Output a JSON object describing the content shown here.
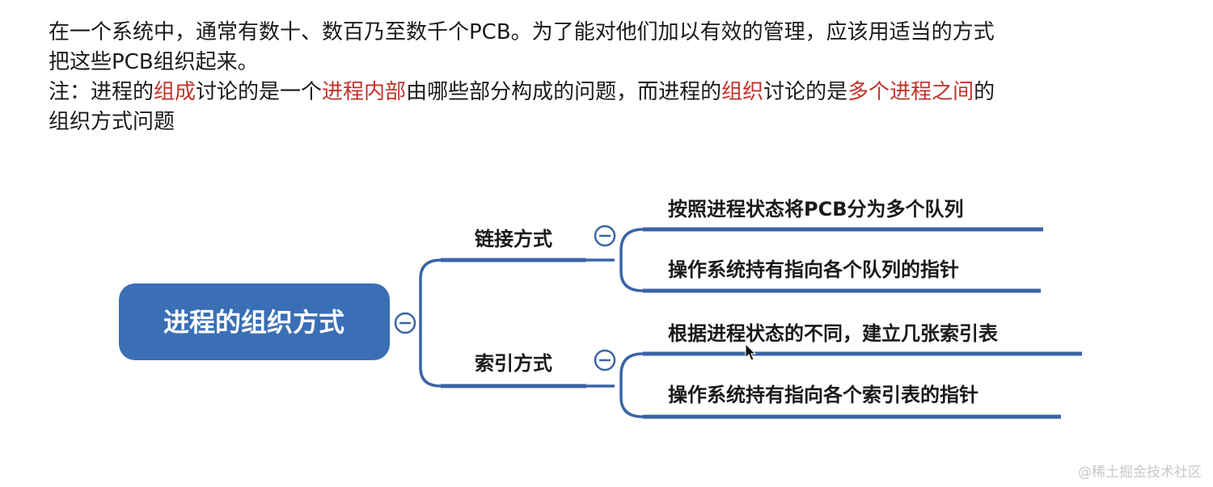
{
  "paragraph": {
    "line1": "在一个系统中，通常有数十、数百乃至数千个PCB。为了能对他们加以有效的管理，应该用适当的方式",
    "line2": "把这些PCB组织起来。",
    "note": {
      "prefix": "注：进程的",
      "hl1": "组成",
      "mid1": "讨论的是一个",
      "hl2": "进程内部",
      "mid2": "由哪些部分构成的问题，而进程的",
      "hl3": "组织",
      "mid3": "讨论的是",
      "hl4": "多个进程之间",
      "suffix": "的"
    },
    "line4": "组织方式问题"
  },
  "mindmap": {
    "root": "进程的组织方式",
    "branches": [
      {
        "label": "链接方式",
        "leaves": [
          "按照进程状态将PCB分为多个队列",
          "操作系统持有指向各个队列的指针"
        ]
      },
      {
        "label": "索引方式",
        "leaves": [
          "根据进程状态的不同，建立几张索引表",
          "操作系统持有指向各个索引表的指针"
        ]
      }
    ],
    "colors": {
      "root_fill": "#3a6fb5",
      "line": "#3b64a6",
      "collapse": "#3b64a6"
    }
  },
  "watermark": "@稀土掘金技术社区"
}
